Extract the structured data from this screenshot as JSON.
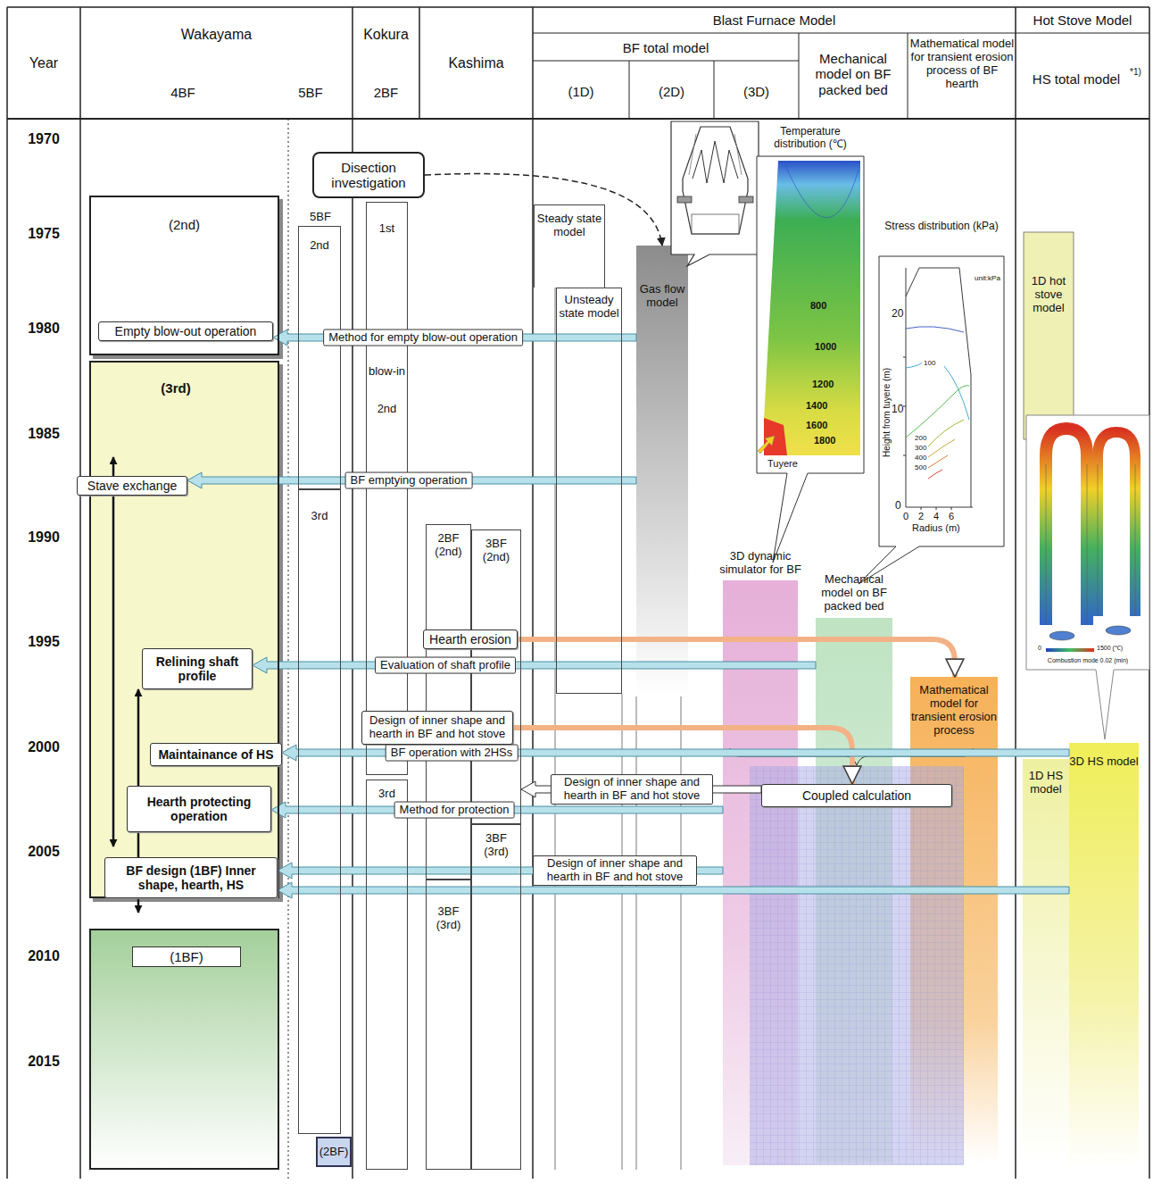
{
  "diagram": {
    "nodes": [
      {
        "text": [
          "Disection investigation"
        ]
      },
      {
        "text": [
          "(2nd)"
        ]
      },
      {
        "text": [
          "Empty blow-out operation"
        ],
        "in": 1
      },
      {
        "text": [
          "(3rd)"
        ]
      },
      {
        "text": [
          "Stave exchange"
        ]
      },
      {
        "text": [
          "Relining shaft profile"
        ],
        "in": 3
      },
      {
        "text": [
          "Maintainance of HS"
        ],
        "in": 3
      },
      {
        "text": [
          "Hearth protecting operation"
        ],
        "in": 3
      },
      {
        "text": [
          "BF design (1BF) Inner shape, hearth, HS"
        ],
        "in": 3
      },
      {
        "text": [
          "(1BF)"
        ]
      },
      {
        "text": [
          "5BF",
          "2nd"
        ]
      },
      {
        "text": [
          "3rd"
        ]
      },
      {
        "text": [
          "(2BF)"
        ]
      },
      {
        "text": [
          "1st",
          "blow-in",
          "2nd"
        ]
      },
      {
        "text": [
          "3rd"
        ]
      },
      {
        "text": [
          "2BF (2nd)"
        ]
      },
      {
        "text": [
          "3BF (2nd)"
        ]
      },
      {
        "text": [
          "3BF (3rd)"
        ]
      },
      {
        "text": [
          "3BF (3rd)"
        ]
      },
      {
        "text": [
          "Steady state model"
        ]
      },
      {
        "text": [
          "Unsteady state model"
        ]
      },
      {
        "text": [
          "Gas flow model"
        ]
      },
      {
        "text": [
          "3D dynamic simulator for BF"
        ]
      },
      {
        "text": [
          "Mechanical model on BF packed bed"
        ]
      },
      {
        "text": [
          "Mathematical model for transient erosion process"
        ]
      },
      {
        "text": [
          "Coupled calculation"
        ]
      },
      {
        "text": [
          "1D hot stove model"
        ]
      },
      {
        "text": [
          "1D HS model"
        ]
      },
      {
        "text": [
          "3D HS model"
        ]
      },
      {
        "text": [
          "Hearth erosion"
        ]
      },
      {
        "text": [
          "Design of inner shape and hearth in BF and hot stove"
        ]
      }
    ],
    "edges": [
      {
        "from": 21,
        "to": 2,
        "label": "Method for empty blow-out operation",
        "arrow": "to"
      },
      {
        "from": 21,
        "to": 4,
        "label": "BF emptying operation",
        "arrow": "to"
      },
      {
        "from": 29,
        "to": 24,
        "arrow": "to"
      },
      {
        "from": 23,
        "to": 5,
        "label": "Evaluation of shaft profile",
        "arrow": "to"
      },
      {
        "from": 30,
        "to": 25,
        "arrow": "to"
      },
      {
        "from": 28,
        "to": 6,
        "label": "BF operation with 2HSs",
        "arrow": "to"
      },
      {
        "from": 25,
        "to": 16,
        "label": "Design of inner shape and hearth in BF and hot stove",
        "arrow": "to"
      },
      {
        "from": 22,
        "to": 7,
        "label": "Method for protection",
        "arrow": "to"
      },
      {
        "from": 22,
        "to": 8,
        "label": "Design of inner shape and hearth in BF and hot stove",
        "arrow": "to"
      },
      {
        "from": 28,
        "to": 8,
        "arrow": "to"
      },
      {
        "from": 0,
        "to": 21,
        "arrow": "to"
      }
    ],
    "labels": [
      "Year",
      "Wakayama",
      "4BF",
      "5BF",
      "Kokura",
      "2BF",
      "Kashima",
      "Blast Furnace Model",
      "BF total model",
      "(1D)",
      "(2D)",
      "(3D)",
      "Mechanical model on BF packed bed",
      "Mathematical model for transient erosion process of BF hearth",
      "Hot Stove Model",
      "HS total model",
      "*1)",
      "1970",
      "1975",
      "1980",
      "1985",
      "1990",
      "1995",
      "2000",
      "2005",
      "2010",
      "2015",
      "Temperature distribution (℃)",
      "800",
      "1000",
      "1200",
      "1400",
      "1600",
      "1800",
      "Tuyere",
      "Stress distribution (kPa)",
      "unit:kPa",
      "20",
      "10",
      "0",
      "Height from tuyere (m)",
      "0",
      "2",
      "4",
      "6",
      "Radius (m)",
      "100",
      "200",
      "300",
      "400",
      "500",
      "0",
      "1500 (℃)",
      "Combustion mode 0.02 (min)"
    ]
  }
}
